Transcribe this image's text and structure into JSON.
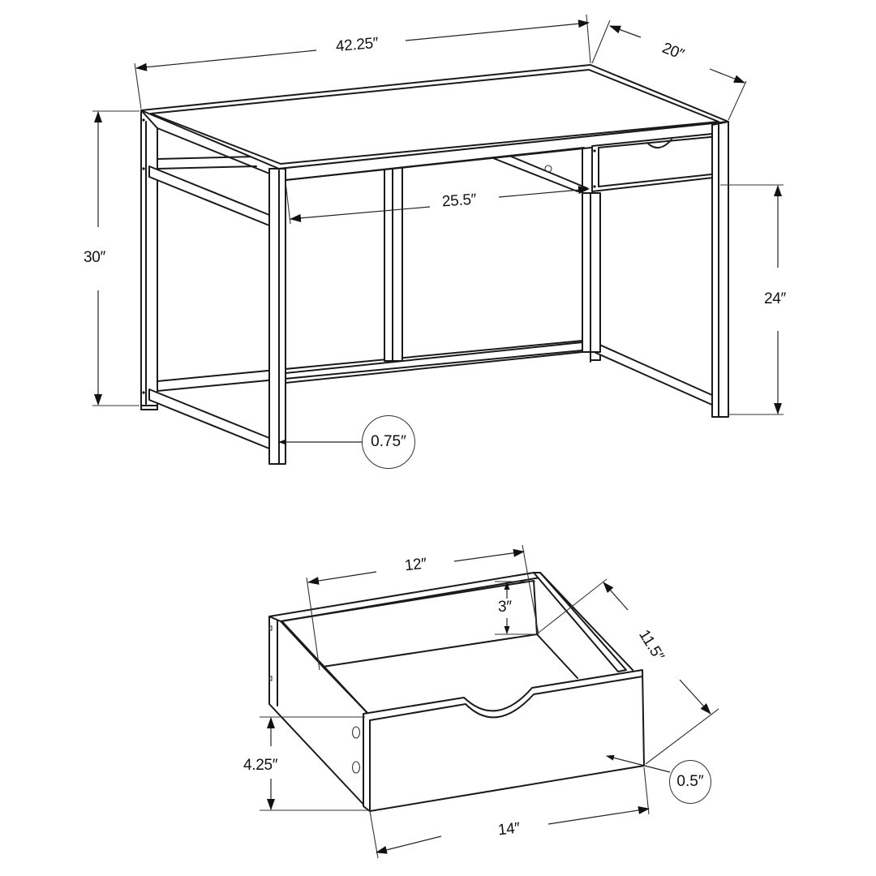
{
  "diagram": {
    "type": "furniture-dimension-drawing",
    "colors": {
      "line": "#1a1a1a",
      "background": "#ffffff"
    }
  },
  "desk": {
    "dimensions": {
      "width": "42.25″",
      "depth": "20″",
      "height": "30″",
      "knee_clearance_width": "25.5″",
      "knee_clearance_height": "24″",
      "frame_tube": "0.75″"
    }
  },
  "drawer": {
    "dimensions": {
      "interior_width": "12″",
      "interior_height": "3″",
      "depth": "11.5″",
      "front_height": "4.25″",
      "front_width": "14″",
      "front_thickness": "0.5″"
    }
  }
}
